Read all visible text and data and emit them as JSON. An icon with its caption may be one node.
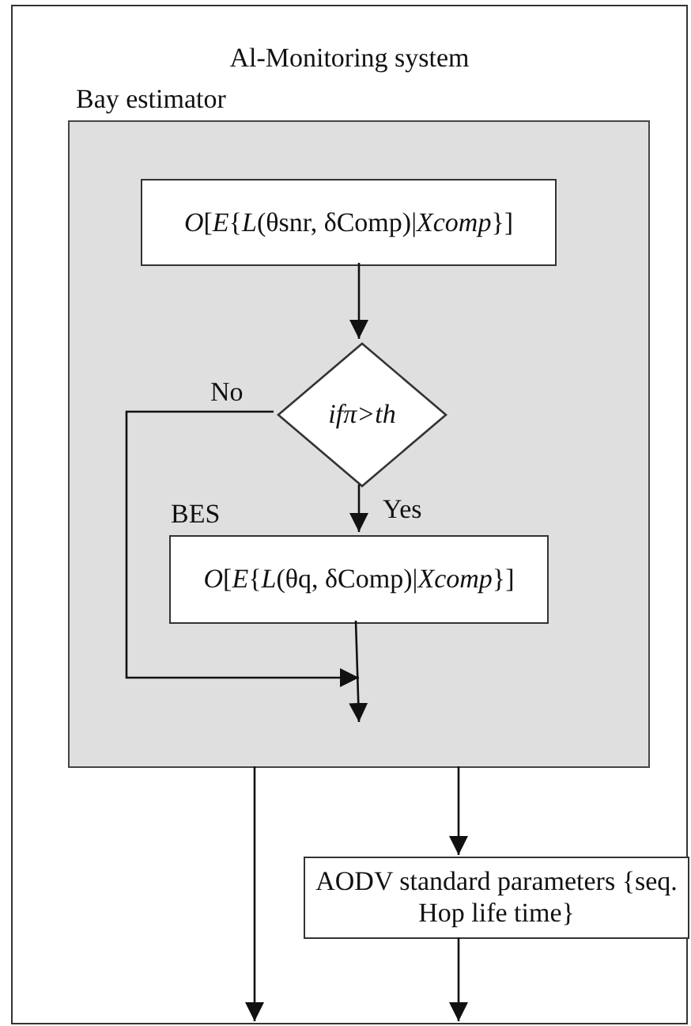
{
  "diagram": {
    "nodes": [
      {
        "text": [
          "Al-Monitoring system"
        ]
      },
      {
        "text": [
          "Bay estimator"
        ],
        "in": 0
      },
      {
        "text": [
          "*O*[*E*{*L*(θsnr, δComp)|*Xcomp*}]"
        ],
        "in": 1
      },
      {
        "text": [
          "ifπ>th"
        ],
        "in": 1
      },
      {
        "text": [
          "BES",
          "*O*[*E*{*L*(θq, δComp)|*Xcomp*}]"
        ],
        "in": 1
      },
      {
        "text": [
          "AODV standard parameters {seq. Hop life time}"
        ],
        "in": 0
      }
    ],
    "edges": [
      {
        "from": 2,
        "to": 3,
        "arrow": "to"
      },
      {
        "from": 3,
        "to": 4,
        "arrow": "to",
        "label": "Yes"
      },
      {
        "from": 3,
        "to": null,
        "arrow": "to",
        "label": "No"
      },
      {
        "from": 4,
        "to": null,
        "arrow": "to"
      },
      {
        "from": 1,
        "to": null,
        "arrow": "to"
      },
      {
        "from": 1,
        "to": 5,
        "arrow": "to"
      },
      {
        "from": 5,
        "to": null,
        "arrow": "to"
      }
    ]
  }
}
